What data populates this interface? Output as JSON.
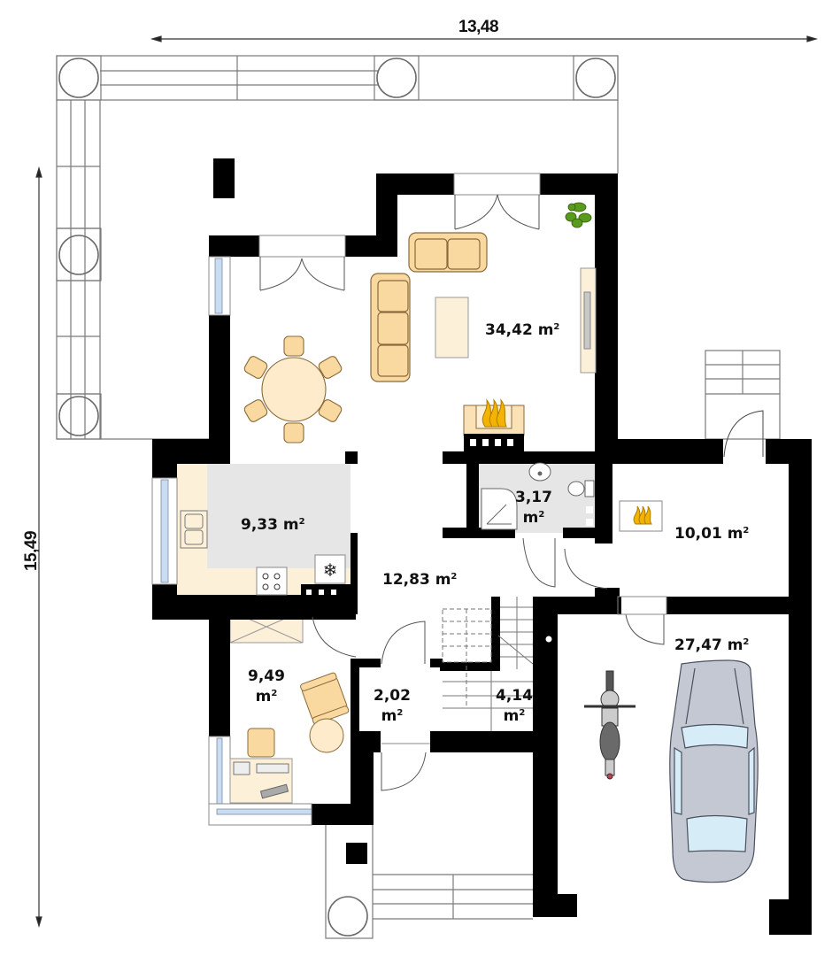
{
  "dimensions": {
    "width": "13,48",
    "height": "15,49"
  },
  "rooms": [
    {
      "id": "living-room",
      "area": "34,42",
      "unit": "m",
      "sup": "2"
    },
    {
      "id": "kitchen",
      "area": "9,33",
      "unit": "m",
      "sup": "2"
    },
    {
      "id": "hall",
      "area": "12,83",
      "unit": "m",
      "sup": "2"
    },
    {
      "id": "bathroom",
      "area": "3,17",
      "unit": "m",
      "sup": "2"
    },
    {
      "id": "boiler-room",
      "area": "10,01",
      "unit": "m",
      "sup": "2"
    },
    {
      "id": "office",
      "area": "9,49",
      "unit": "m",
      "sup": "2"
    },
    {
      "id": "vestibule",
      "area": "2,02",
      "unit": "m",
      "sup": "2"
    },
    {
      "id": "storage-under-stairs",
      "area": "4,14",
      "unit": "m",
      "sup": "2"
    },
    {
      "id": "garage",
      "area": "27,47",
      "unit": "m",
      "sup": "2"
    }
  ],
  "colors": {
    "wall": "#000000",
    "furniture_fill": "#f9d9a0",
    "furniture_stroke": "#8a6a3a",
    "table_fill": "#fdebcc",
    "floor_tile": "#e6e6e6",
    "kitchen_counter": "#fdf0d8",
    "window_glass": "#c9dcf2",
    "outline": "#808080",
    "car_body": "#c4c8d2",
    "car_glass": "#d6ecf7",
    "plant": "#5a9b1e",
    "flame": "#f2b400"
  }
}
